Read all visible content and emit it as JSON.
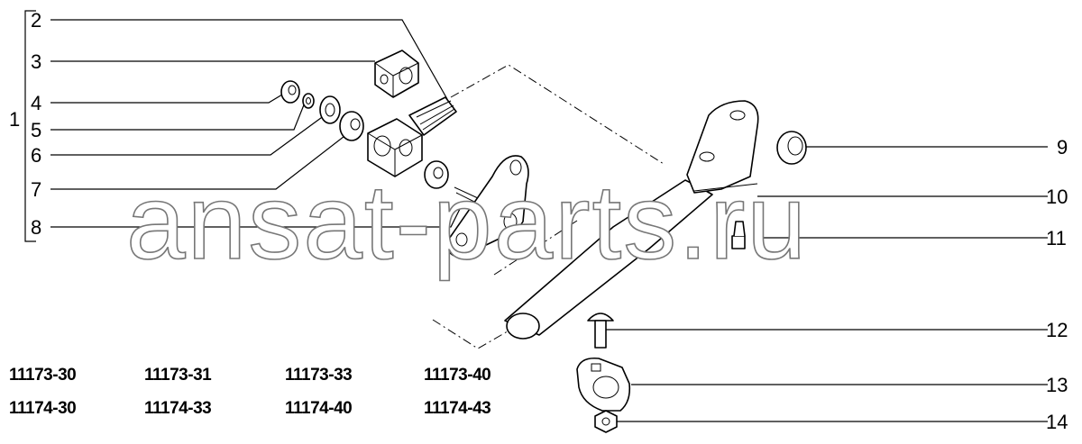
{
  "callouts": {
    "c1": "1",
    "c2": "2",
    "c3": "3",
    "c4": "4",
    "c5": "5",
    "c6": "6",
    "c7": "7",
    "c8": "8",
    "c9": "9",
    "c10": "10",
    "c11": "11",
    "c12": "12",
    "c13": "13",
    "c14": "14"
  },
  "model_codes": {
    "row1": [
      "11173-30",
      "11173-31",
      "11173-33",
      "11173-40"
    ],
    "row2": [
      "11174-30",
      "11174-33",
      "11174-40",
      "11174-43"
    ]
  },
  "watermark": "ansat-parts.ru"
}
